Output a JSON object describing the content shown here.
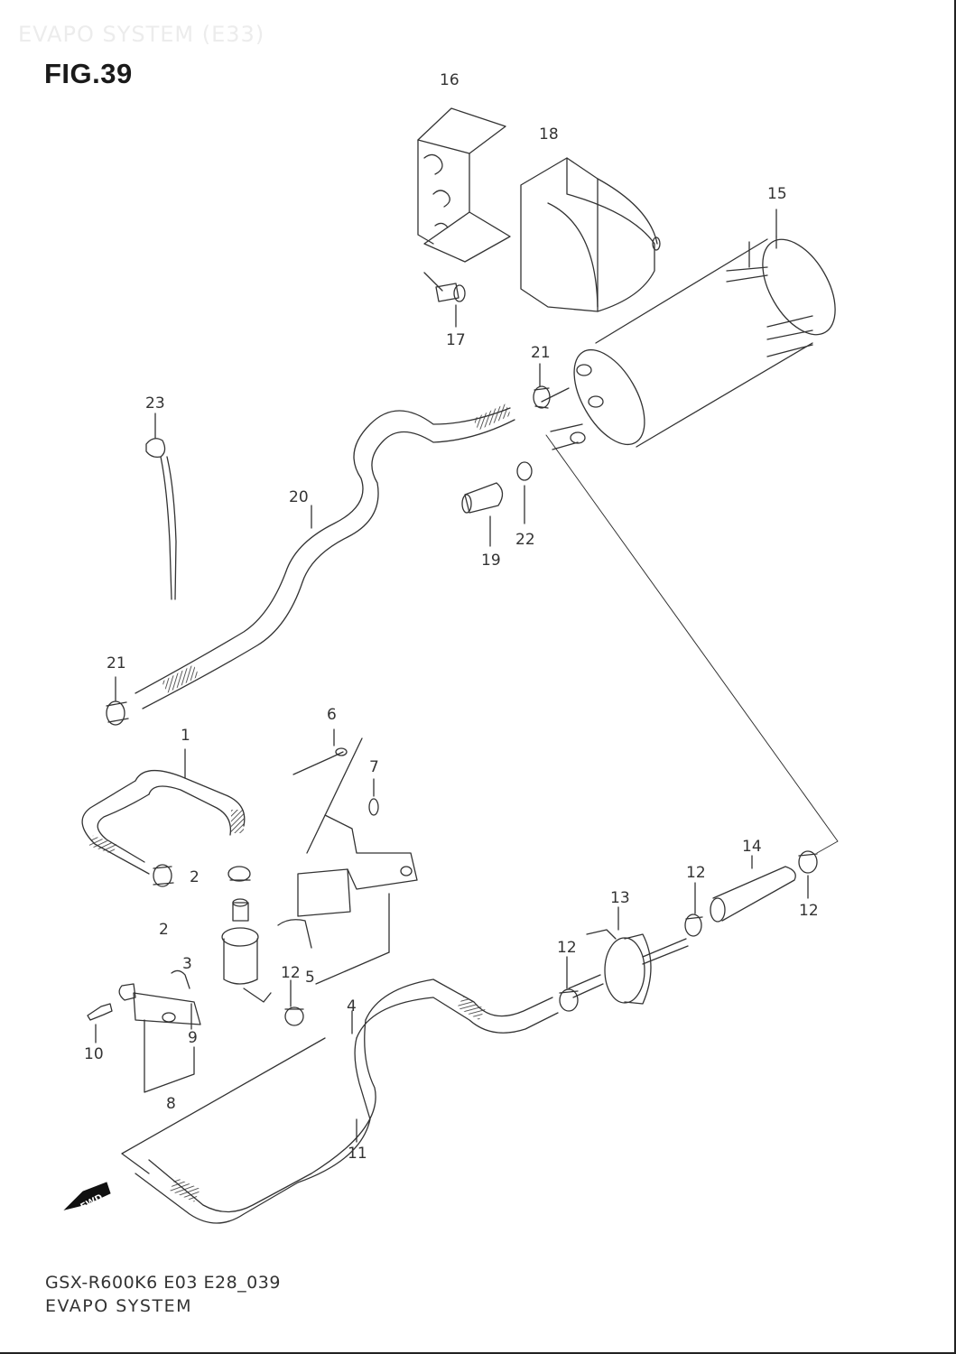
{
  "header": {
    "ghost_title": "EVAPO SYSTEM (E33)",
    "figure_label": "FIG.39"
  },
  "parts": [
    {
      "id": "1",
      "label": "1"
    },
    {
      "id": "2a",
      "label": "2"
    },
    {
      "id": "2b",
      "label": "2"
    },
    {
      "id": "3",
      "label": "3"
    },
    {
      "id": "4",
      "label": "4"
    },
    {
      "id": "5",
      "label": "5"
    },
    {
      "id": "6",
      "label": "6"
    },
    {
      "id": "7",
      "label": "7"
    },
    {
      "id": "8",
      "label": "8"
    },
    {
      "id": "9",
      "label": "9"
    },
    {
      "id": "10",
      "label": "10"
    },
    {
      "id": "11",
      "label": "11"
    },
    {
      "id": "12a",
      "label": "12"
    },
    {
      "id": "12b",
      "label": "12"
    },
    {
      "id": "12c",
      "label": "12"
    },
    {
      "id": "12d",
      "label": "12"
    },
    {
      "id": "13",
      "label": "13"
    },
    {
      "id": "14",
      "label": "14"
    },
    {
      "id": "15",
      "label": "15"
    },
    {
      "id": "16",
      "label": "16"
    },
    {
      "id": "17",
      "label": "17"
    },
    {
      "id": "18",
      "label": "18"
    },
    {
      "id": "19",
      "label": "19"
    },
    {
      "id": "20",
      "label": "20"
    },
    {
      "id": "21a",
      "label": "21"
    },
    {
      "id": "21b",
      "label": "21"
    },
    {
      "id": "22",
      "label": "22"
    },
    {
      "id": "23",
      "label": "23"
    }
  ],
  "direction_marker": "FWD",
  "footer": {
    "drawing_code": "GSX-R600K6 E03 E28_039",
    "drawing_name": "EVAPO SYSTEM"
  }
}
